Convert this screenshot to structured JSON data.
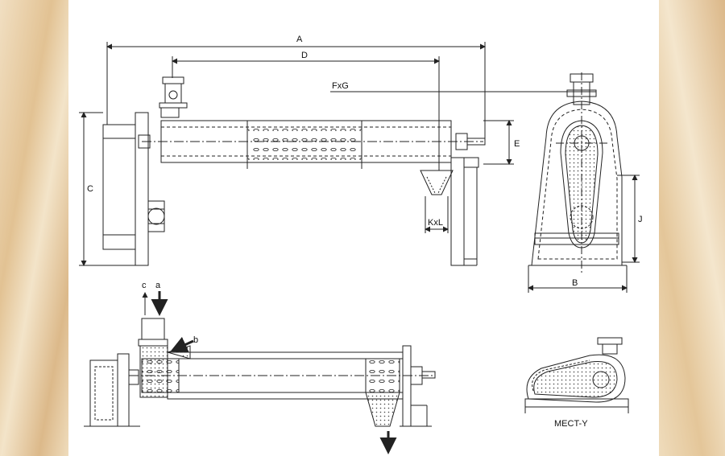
{
  "labels": {
    "dim_a": "A",
    "dim_d": "D",
    "dim_fxg": "FxG",
    "dim_e": "E",
    "dim_c": "C",
    "dim_kxl": "KxL",
    "dim_j": "J",
    "dim_b": "B",
    "flow_a": "a",
    "flow_c": "c",
    "flow_b": "b",
    "model": "MECT-Y"
  },
  "colors": {
    "line": "#222222",
    "sheet": "#ffffff",
    "frame": "#e9d3b0"
  }
}
